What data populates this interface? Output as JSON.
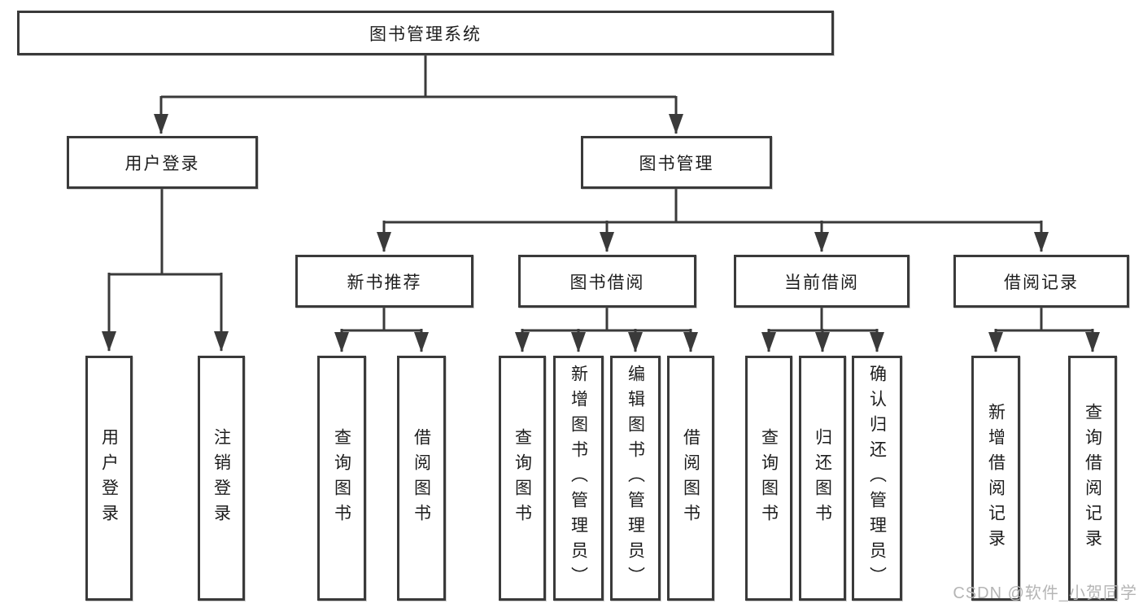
{
  "diagram": {
    "root": {
      "label": "图书管理系统"
    },
    "branches": [
      {
        "label": "用户登录",
        "children": [
          {
            "label": "用户登录"
          },
          {
            "label": "注销登录"
          }
        ]
      },
      {
        "label": "图书管理",
        "children": [
          {
            "label": "新书推荐",
            "children": [
              {
                "label": "查询图书"
              },
              {
                "label": "借阅图书"
              }
            ]
          },
          {
            "label": "图书借阅",
            "children": [
              {
                "label": "查询图书"
              },
              {
                "label": "新增图书（管理员）"
              },
              {
                "label": "编辑图书（管理员）"
              },
              {
                "label": "借阅图书"
              }
            ]
          },
          {
            "label": "当前借阅",
            "children": [
              {
                "label": "查询图书"
              },
              {
                "label": "归还图书"
              },
              {
                "label": "确认归还（管理员）"
              }
            ]
          },
          {
            "label": "借阅记录",
            "children": [
              {
                "label": "新增借阅记录"
              },
              {
                "label": "查询借阅记录"
              }
            ]
          }
        ]
      }
    ]
  },
  "watermark": {
    "text": "CSDN @软件_小贺同学"
  },
  "colors": {
    "line": "#3a3a3a",
    "box_border": "#3a3a3a",
    "box_fill": "#ffffff",
    "text": "#1d1d1d",
    "watermark": "#b5b5b5",
    "background": "#ffffff"
  }
}
